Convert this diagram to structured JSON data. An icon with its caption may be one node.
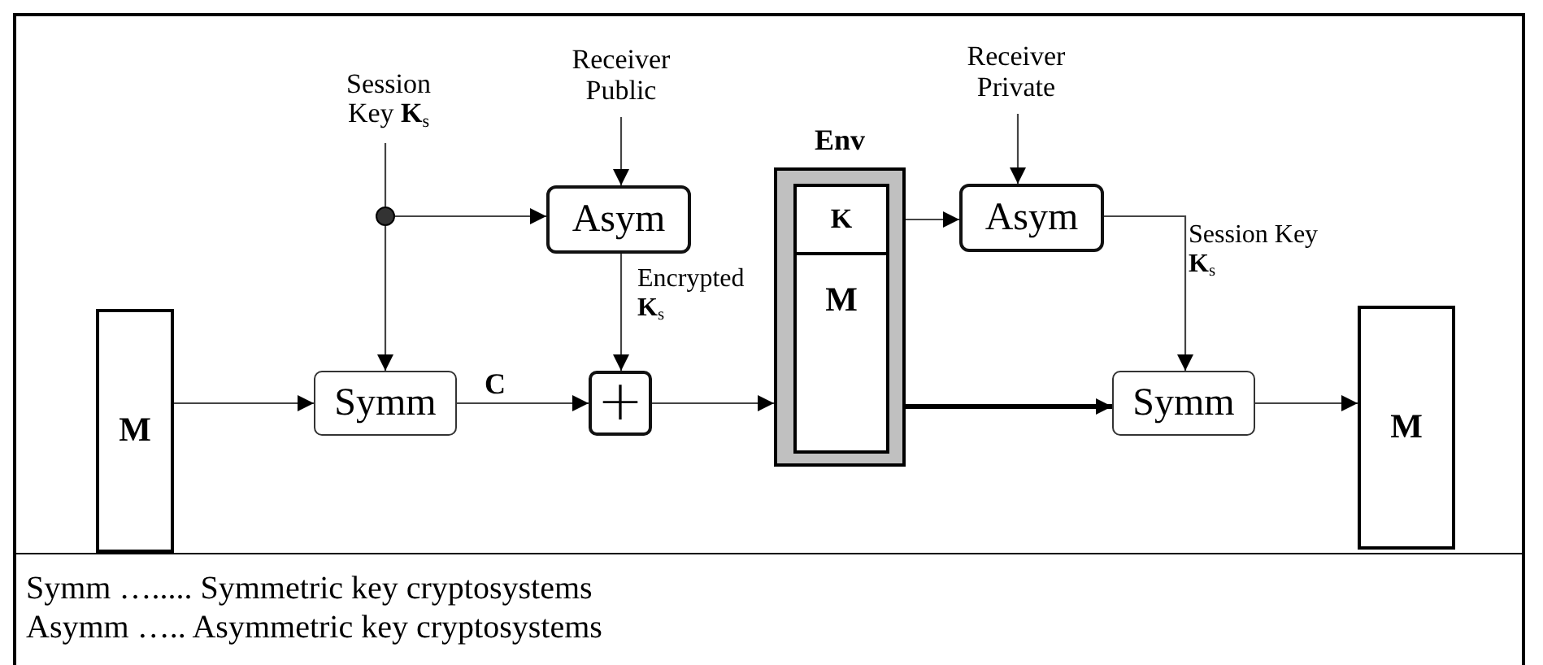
{
  "diagram": {
    "nodes": [
      {
        "text": [
          "M"
        ]
      },
      {
        "text": [
          "Symm"
        ]
      },
      {
        "text": [
          "Session Key **K**$_{s}$"
        ]
      },
      {
        "text": [],
        "shape": "circle"
      },
      {
        "text": [
          "Receiver Public"
        ]
      },
      {
        "text": [
          "Asym"
        ]
      },
      {
        "text": [
          "+"
        ]
      },
      {
        "text": [
          "Env"
        ]
      },
      {
        "text": [
          "K"
        ],
        "in": 7
      },
      {
        "text": [
          "M"
        ],
        "in": 7
      },
      {
        "text": [
          "Receiver Private"
        ]
      },
      {
        "text": [
          "Asym"
        ]
      },
      {
        "text": [
          "Symm"
        ]
      },
      {
        "text": [
          "M"
        ]
      }
    ],
    "edges": [
      {
        "from": 0,
        "to": 1,
        "arrow": "to"
      },
      {
        "from": 2,
        "to": 3,
        "arrow": "none"
      },
      {
        "from": 3,
        "to": 1,
        "arrow": "to"
      },
      {
        "from": 3,
        "to": 5,
        "arrow": "to"
      },
      {
        "from": 4,
        "to": 5,
        "arrow": "to"
      },
      {
        "from": 5,
        "to": 6,
        "arrow": "to",
        "label": "Encrypted **K**$_{s}$"
      },
      {
        "from": 1,
        "to": 6,
        "arrow": "to",
        "label": "C"
      },
      {
        "from": 6,
        "to": 7,
        "arrow": "to"
      },
      {
        "from": 8,
        "to": 11,
        "arrow": "to"
      },
      {
        "from": 10,
        "to": 11,
        "arrow": "to"
      },
      {
        "from": 11,
        "to": 12,
        "arrow": "to",
        "label": "Session Key **K**$_{s}$"
      },
      {
        "from": 9,
        "to": 12,
        "arrow": "to",
        "style": "thick"
      },
      {
        "from": 12,
        "to": 13,
        "arrow": "to"
      }
    ],
    "labels": [
      "Symm …..... Symmetric key cryptosystems",
      "Asymm ….. Asymmetric key cryptosystems"
    ]
  }
}
